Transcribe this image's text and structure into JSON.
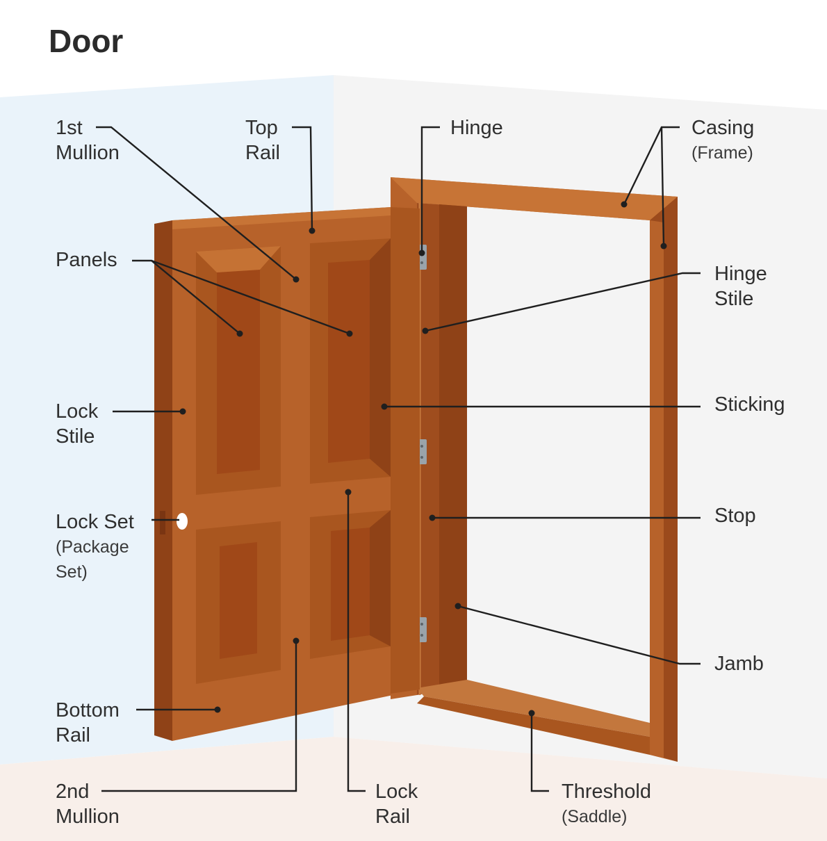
{
  "title": "Door",
  "labels": {
    "first_mullion": [
      "1st",
      "Mullion"
    ],
    "top_rail": [
      "Top",
      "Rail"
    ],
    "hinge": [
      "Hinge"
    ],
    "casing": [
      "Casing",
      "(Frame)"
    ],
    "panels": [
      "Panels"
    ],
    "hinge_stile": [
      "Hinge",
      "Stile"
    ],
    "lock_stile": [
      "Lock",
      "Stile"
    ],
    "sticking": [
      "Sticking"
    ],
    "lock_set": [
      "Lock Set",
      "(Package",
      "Set)"
    ],
    "stop": [
      "Stop"
    ],
    "jamb": [
      "Jamb"
    ],
    "bottom_rail": [
      "Bottom",
      "Rail"
    ],
    "second_mullion": [
      "2nd",
      "Mullion"
    ],
    "lock_rail": [
      "Lock",
      "Rail"
    ],
    "threshold": [
      "Threshold",
      "(Saddle)"
    ]
  },
  "colors": {
    "left_wall": "#eaf3fa",
    "right_wall": "#f4f4f4",
    "floor": "#f8efea",
    "wood_face": "#b7622a",
    "wood_dark": "#9b4a1c",
    "wood_panel": "#a04818",
    "leader": "#1f1f1f"
  }
}
